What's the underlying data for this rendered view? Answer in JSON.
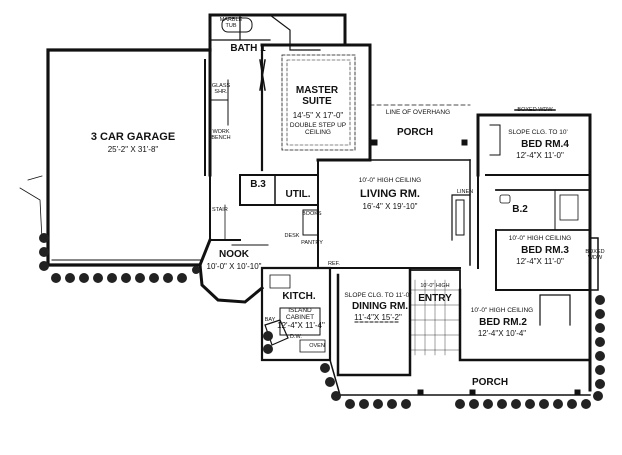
{
  "rooms": {
    "garage": {
      "name": "3 CAR GARAGE",
      "dims": "25'-2\" X 31'-8\""
    },
    "bath1": {
      "name": "BATH 1"
    },
    "master": {
      "name": "MASTER SUITE",
      "dims": "14'-5\" X 17'-0\"",
      "ceiling": "DOUBLE STEP UP CEILING"
    },
    "porch_top": {
      "name": "PORCH",
      "note": "LINE OF OVERHANG"
    },
    "bed4": {
      "name": "BED RM.4",
      "dims": "12'-4\"X 11'-0\"",
      "ceiling": "SLOPE CLG. TO 10'"
    },
    "living": {
      "name": "LIVING RM.",
      "dims": "16'-4\" X 19'-10\"",
      "ceiling": "10'-0\" HIGH CEILING"
    },
    "b3": {
      "name": "B.3"
    },
    "util": {
      "name": "UTIL."
    },
    "b2": {
      "name": "B.2"
    },
    "bed3": {
      "name": "BED RM.3",
      "dims": "12'-4\"X 11'-0\"",
      "ceiling": "10'-0\" HIGH CEILING"
    },
    "nook": {
      "name": "NOOK",
      "dims": "10'-0\" X 10'-10\""
    },
    "kitchen": {
      "name": "KITCH.",
      "island": "ISLAND CABINET",
      "dims": "12'-4\"X 11'-4\""
    },
    "dining": {
      "name": "DINING RM.",
      "dims": "11'-4\"X 15'-2\"",
      "ceiling": "SLOPE CLG. TO 11'-0\""
    },
    "entry": {
      "name": "ENTRY",
      "ceiling": "10'-0\" HIGH"
    },
    "bed2": {
      "name": "BED RM.2",
      "dims": "12'-4\"X 10'-4\"",
      "ceiling": "10'-0\" HIGH CEILING"
    },
    "porch_bottom": {
      "name": "PORCH"
    }
  },
  "fixtures": {
    "marble_tub": "MARBLE TUB",
    "glass_shr": "GLASS SHR.",
    "work_bench": "WORK BENCH",
    "boxed_wdw_top": "BOXED WDW",
    "boxed_wdw_right": "BOXED WDW",
    "linen": "LINEN",
    "desk": "DESK",
    "pantry": "PANTRY",
    "books": "BOOKS",
    "stair": "STAIR",
    "dw": "D.W.",
    "oven": "OVEN",
    "ref": "REF.",
    "bay": "BAY"
  }
}
